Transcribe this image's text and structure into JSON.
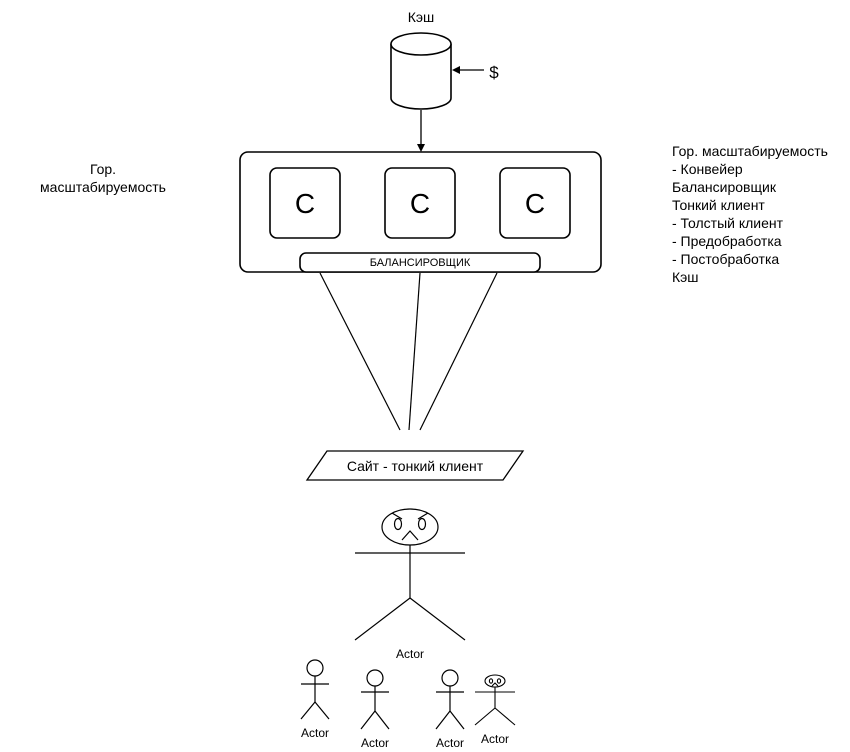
{
  "cache": {
    "label": "Кэш",
    "cost_label": "$"
  },
  "servers": [
    "C",
    "C",
    "C"
  ],
  "balancer": {
    "label": "БАЛАНСИРОВЩИК"
  },
  "client": {
    "label": "Сайт - тонкий клиент"
  },
  "left_note": {
    "line1": "Гор.",
    "line2": "масштабируемость"
  },
  "right_notes": [
    "Гор. масштабируемость",
    "- Конвейер",
    "Балансировщик",
    "Тонкий клиент",
    "- Толстый клиент",
    "- Предобработка",
    "- Постобработка",
    "Кэш"
  ],
  "actors": {
    "main_label": "Actor",
    "small_labels": [
      "Actor",
      "Actor",
      "Actor",
      "Actor"
    ]
  }
}
